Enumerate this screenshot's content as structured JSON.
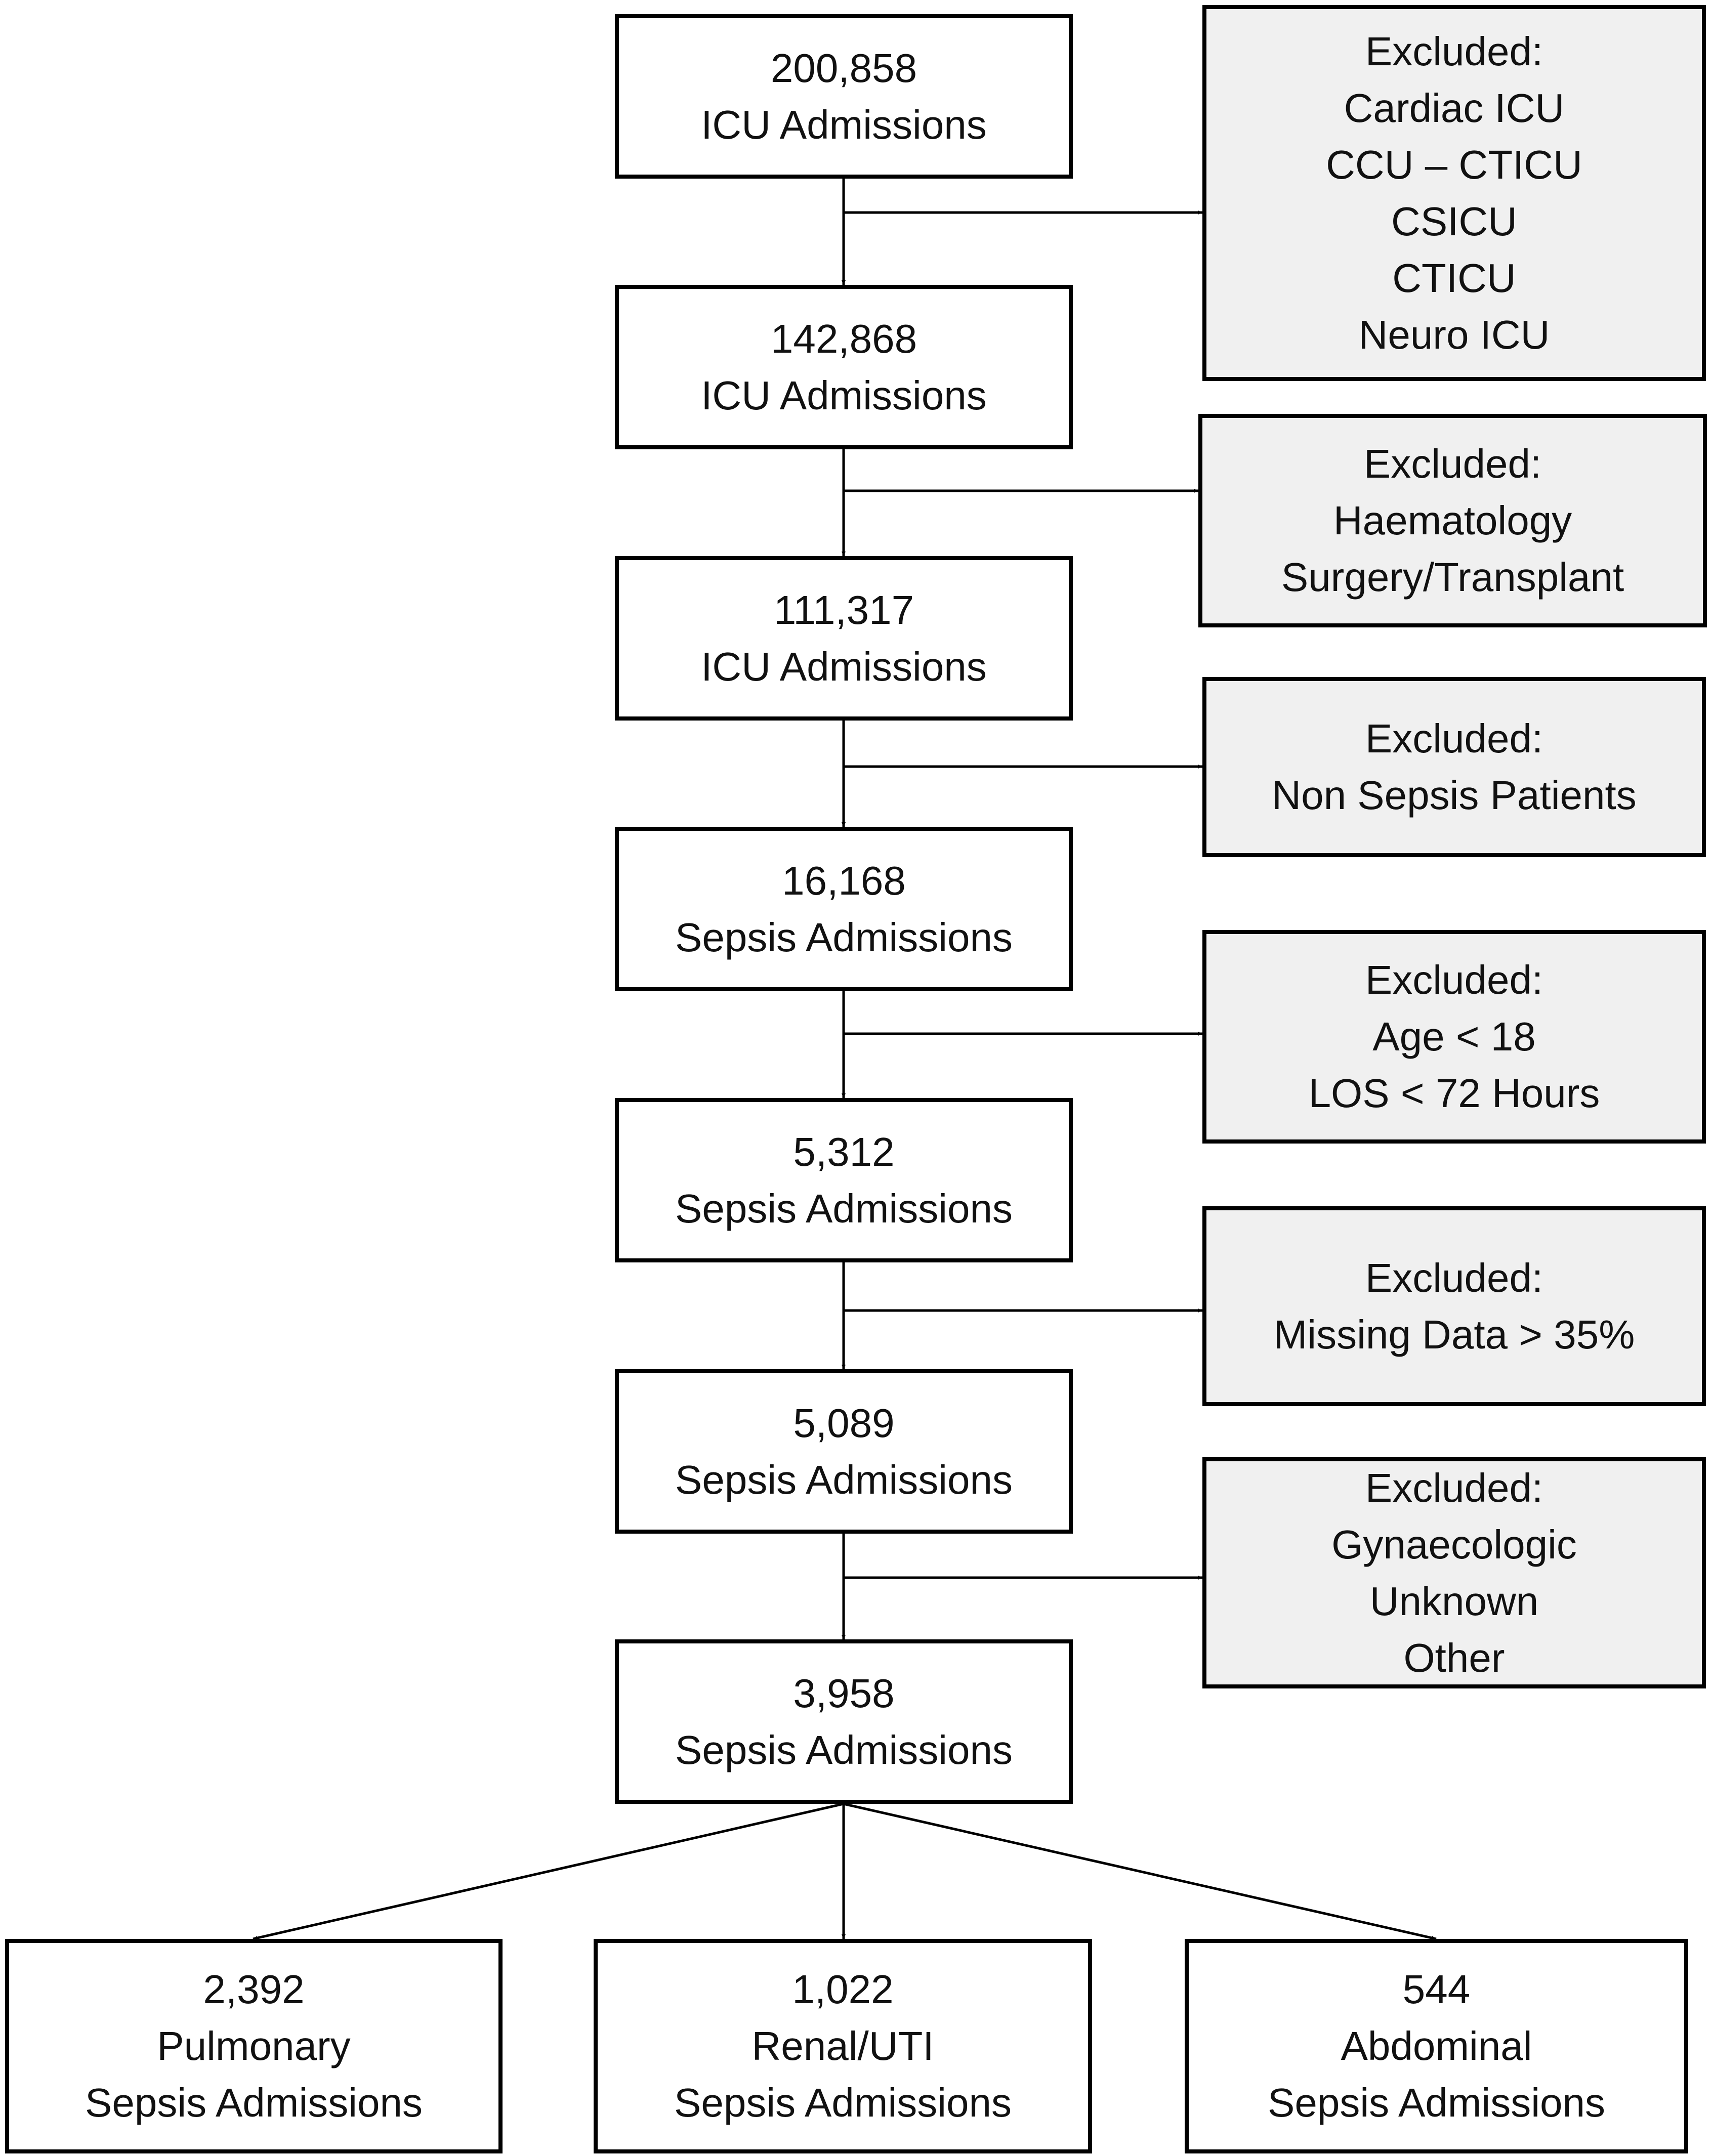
{
  "main_steps": [
    {
      "count": "200,858",
      "label": "ICU Admissions"
    },
    {
      "count": "142,868",
      "label": "ICU Admissions"
    },
    {
      "count": "111,317",
      "label": "ICU Admissions"
    },
    {
      "count": "16,168",
      "label": "Sepsis Admissions"
    },
    {
      "count": "5,312",
      "label": "Sepsis Admissions"
    },
    {
      "count": "5,089",
      "label": "Sepsis Admissions"
    },
    {
      "count": "3,958",
      "label": "Sepsis Admissions"
    }
  ],
  "exclusions": [
    {
      "heading": "Excluded:",
      "items": [
        "Cardiac ICU",
        "CCU – CTICU",
        "CSICU",
        "CTICU",
        "Neuro ICU"
      ]
    },
    {
      "heading": "Excluded:",
      "items": [
        "Haematology",
        "Surgery/Transplant"
      ]
    },
    {
      "heading": "Excluded:",
      "items": [
        "Non Sepsis Patients"
      ]
    },
    {
      "heading": "Excluded:",
      "items": [
        "Age < 18",
        "LOS < 72 Hours"
      ]
    },
    {
      "heading": "Excluded:",
      "items": [
        "Missing Data > 35%"
      ]
    },
    {
      "heading": "Excluded:",
      "items": [
        "Gynaecologic",
        "Unknown",
        "Other"
      ]
    }
  ],
  "outcomes": [
    {
      "count": "2,392",
      "category": "Pulmonary",
      "label": "Sepsis Admissions"
    },
    {
      "count": "1,022",
      "category": "Renal/UTI",
      "label": "Sepsis Admissions"
    },
    {
      "count": "544",
      "category": "Abdominal",
      "label": "Sepsis Admissions"
    }
  ]
}
